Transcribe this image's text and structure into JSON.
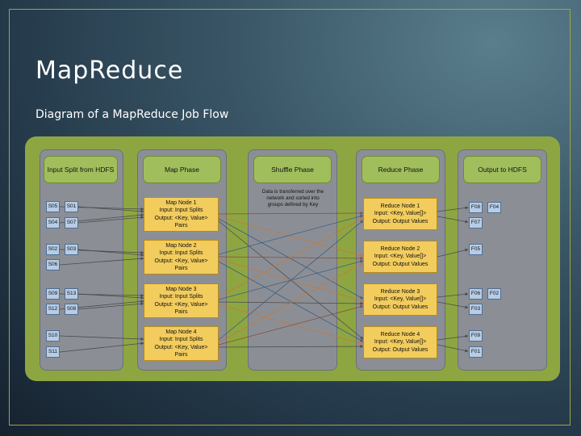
{
  "slide": {
    "title": "MapReduce",
    "subtitle": "Diagram of a MapReduce Job Flow"
  },
  "columns": {
    "input_header": "Input Split from HDFS",
    "map_header": "Map Phase",
    "shuffle_header": "Shuffle Phase",
    "reduce_header": "Reduce Phase",
    "output_header": "Output to HDFS"
  },
  "input_splits": [
    "S05",
    "S01",
    "S04",
    "S07",
    "S02",
    "S03",
    "S06",
    "S09",
    "S13",
    "S12",
    "S08",
    "S10",
    "S11"
  ],
  "map_nodes": [
    {
      "name": "Map Node 1",
      "input": "Input: Input Splits",
      "output": "Output: <Key, Value>",
      "output2": "Pairs"
    },
    {
      "name": "Map Node 2",
      "input": "Input: Input Splits",
      "output": "Output: <Key, Value>",
      "output2": "Pairs"
    },
    {
      "name": "Map Node 3",
      "input": "Input: Input Splits",
      "output": "Output: <Key, Value>",
      "output2": "Pairs"
    },
    {
      "name": "Map Node 4",
      "input": "Input: Input Splits",
      "output": "Output: <Key, Value>",
      "output2": "Pairs"
    }
  ],
  "shuffle_note": "Data is transferred over the network and sorted into groups defined by Key",
  "reduce_nodes": [
    {
      "name": "Reduce Node 1",
      "input": "Input: <Key, Value[]>",
      "output": "Output: Output Values"
    },
    {
      "name": "Reduce Node 2",
      "input": "Input: <Key, Value[]>",
      "output": "Output: Output Values"
    },
    {
      "name": "Reduce Node 3",
      "input": "Input: <Key, Value[]>",
      "output": "Output: Output Values"
    },
    {
      "name": "Reduce Node 4",
      "input": "Input: <Key, Value[]>",
      "output": "Output: Output Values"
    }
  ],
  "output_files": [
    "F08",
    "F04",
    "F07",
    "F05",
    "F06",
    "F02",
    "F03",
    "F09",
    "F01"
  ],
  "colors": {
    "panel": "#8ea641",
    "column": "#8b8f95",
    "header": "#a1be5d",
    "node": "#f2cc5d",
    "chip": "#b7cde6",
    "arrow_orange": "#c9763a",
    "arrow_blue": "#3e5d84",
    "arrow_dark": "#4a4a4a"
  }
}
